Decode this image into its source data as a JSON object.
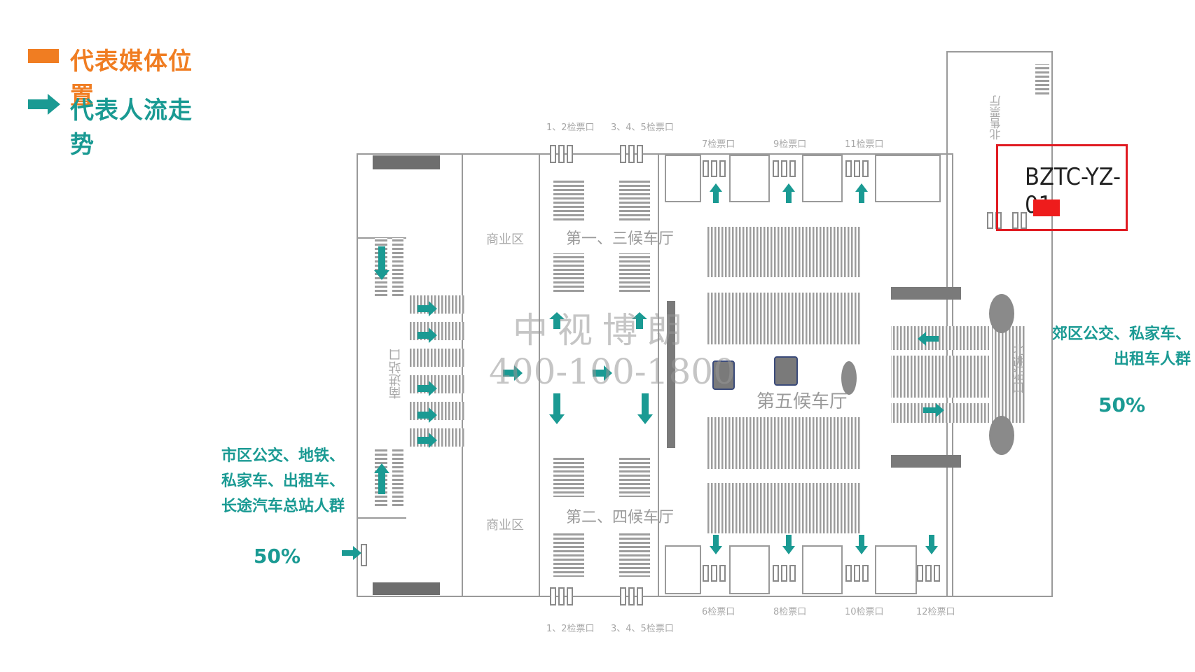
{
  "legend": {
    "media_label": "代表媒体位置",
    "flow_label": "代表人流走势",
    "media_color": "#f07d22",
    "flow_color": "#1a9a93"
  },
  "media": {
    "code": "BZTC-YZ-01",
    "marker_color": "#ee1c1c",
    "box_color": "#e01b22"
  },
  "flows": {
    "west": {
      "lines": [
        "市区公交、地铁、",
        "私家车、出租车、",
        "长途汽车总站人群"
      ],
      "percent": "50%"
    },
    "east": {
      "lines": [
        "郊区公交、私家车、",
        "出租车人群"
      ],
      "percent": "50%"
    }
  },
  "plan": {
    "gates_top_left_a": "1、2检票口",
    "gates_top_left_b": "3、4、5检票口",
    "gates_bottom_left_a": "1、2检票口",
    "gates_bottom_left_b": "3、4、5检票口",
    "gate_7": "7检票口",
    "gate_9": "9检票口",
    "gate_11": "11检票口",
    "gate_6": "6检票口",
    "gate_8": "8检票口",
    "gate_10": "10检票口",
    "gate_12": "12检票口",
    "commercial_top": "商业区",
    "commercial_bottom": "商业区",
    "hall_13": "第一、三候车厅",
    "hall_24": "第二、四候车厅",
    "hall_5": "第五候车厅",
    "south_entrance": "南进站口",
    "north_entrance": "北进站口",
    "north_ticket_hall": "北售票厅"
  },
  "watermark": {
    "name": "中视博朗",
    "phone": "400-100-1800"
  }
}
